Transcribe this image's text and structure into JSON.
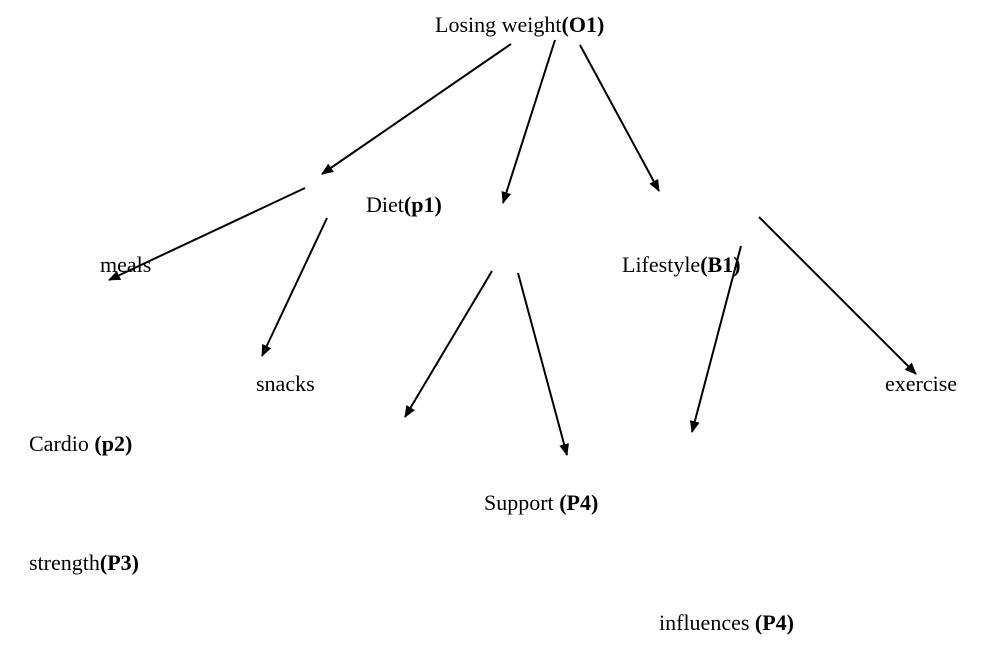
{
  "nodes": {
    "losing_weight": {
      "label": "Losing weight",
      "code": "(O1)"
    },
    "diet": {
      "label": "Diet",
      "code": "(p1)"
    },
    "meals": {
      "label": "meals"
    },
    "lifestyle": {
      "label": "Lifestyle",
      "code": "(B1)"
    },
    "snacks": {
      "label": "snacks"
    },
    "exercise": {
      "label": "exercise"
    },
    "cardio": {
      "label": "Cardio ",
      "code": "(p2)"
    },
    "support": {
      "label": "Support ",
      "code": "(P4)"
    },
    "strength": {
      "label": "strength",
      "code": "(P3)"
    },
    "influences": {
      "label": "influences ",
      "code": "(P4)"
    }
  },
  "colors": {
    "text": "#000000",
    "arrow": "#000000",
    "background": "#ffffff"
  }
}
